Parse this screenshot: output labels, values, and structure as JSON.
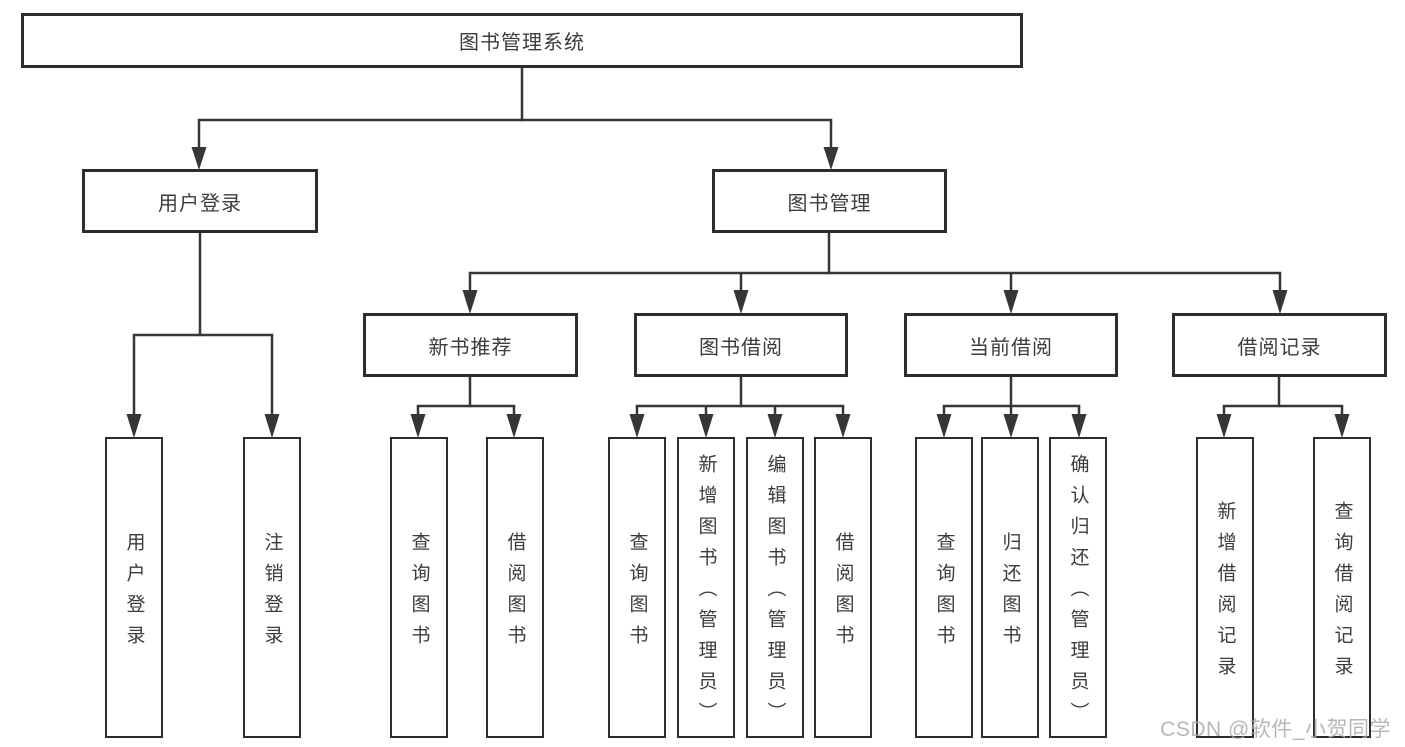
{
  "diagram": {
    "root": {
      "label": "图书管理系统"
    },
    "level2": {
      "user_login": {
        "label": "用户登录"
      },
      "book_mgmt": {
        "label": "图书管理"
      }
    },
    "level3": {
      "new_book_rec": {
        "label": "新书推荐"
      },
      "book_borrow": {
        "label": "图书借阅"
      },
      "current_borrow": {
        "label": "当前借阅"
      },
      "borrow_records": {
        "label": "借阅记录"
      }
    },
    "leaves": {
      "user_login": {
        "label": "用户登录"
      },
      "logout": {
        "label": "注销登录"
      },
      "rec_query_book": {
        "label": "查询图书"
      },
      "rec_borrow_book": {
        "label": "借阅图书"
      },
      "bb_query_book": {
        "label": "查询图书"
      },
      "bb_add_book": {
        "label": "新增图书（管理员）"
      },
      "bb_edit_book": {
        "label": "编辑图书（管理员）"
      },
      "bb_borrow_book": {
        "label": "借阅图书"
      },
      "cb_query_book": {
        "label": "查询图书"
      },
      "cb_return_book": {
        "label": "归还图书"
      },
      "cb_confirm_return": {
        "label": "确认归还（管理员）"
      },
      "br_add_record": {
        "label": "新增借阅记录"
      },
      "br_query_record": {
        "label": "查询借阅记录"
      }
    }
  },
  "watermark": {
    "text": "CSDN @软件_小贺同学"
  },
  "colors": {
    "line": "#363636",
    "box_border": "#2d2d2d",
    "box_fill": "#ffffff",
    "text": "#3c3c3c",
    "watermark": "#ababab"
  }
}
